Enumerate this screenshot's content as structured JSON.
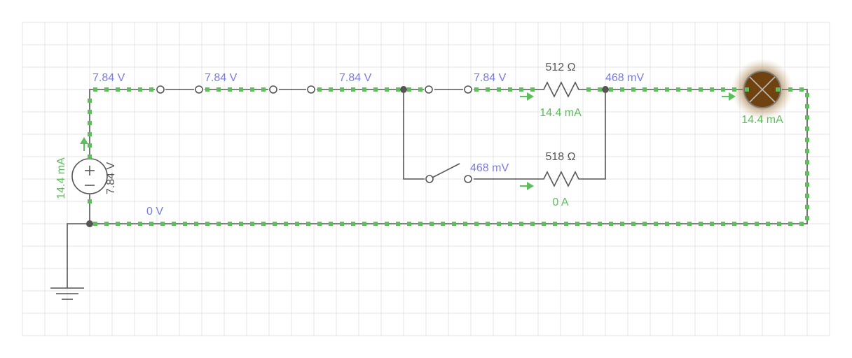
{
  "colors": {
    "wire": "#555555",
    "grid": "#e6e6e6",
    "current_dot": "#5cbf5c",
    "voltage_label": "#7b7be0",
    "current_label": "#5cbf5c",
    "component_label": "#555555",
    "bulb_glow": "#7a4a10"
  },
  "voltages": {
    "v1": "7.84 V",
    "v2": "7.84 V",
    "v3": "7.84 V",
    "v4": "7.84 V",
    "v5": "468 mV",
    "v_switch": "468 mV",
    "v_ground": "0 V"
  },
  "source": {
    "voltage": "7.84 V",
    "current": "14.4 mA"
  },
  "resistors": [
    {
      "value": "512 Ω",
      "current": "14.4 mA"
    },
    {
      "value": "518 Ω",
      "current": "0 A"
    }
  ],
  "bulb": {
    "current": "14.4 mA"
  }
}
